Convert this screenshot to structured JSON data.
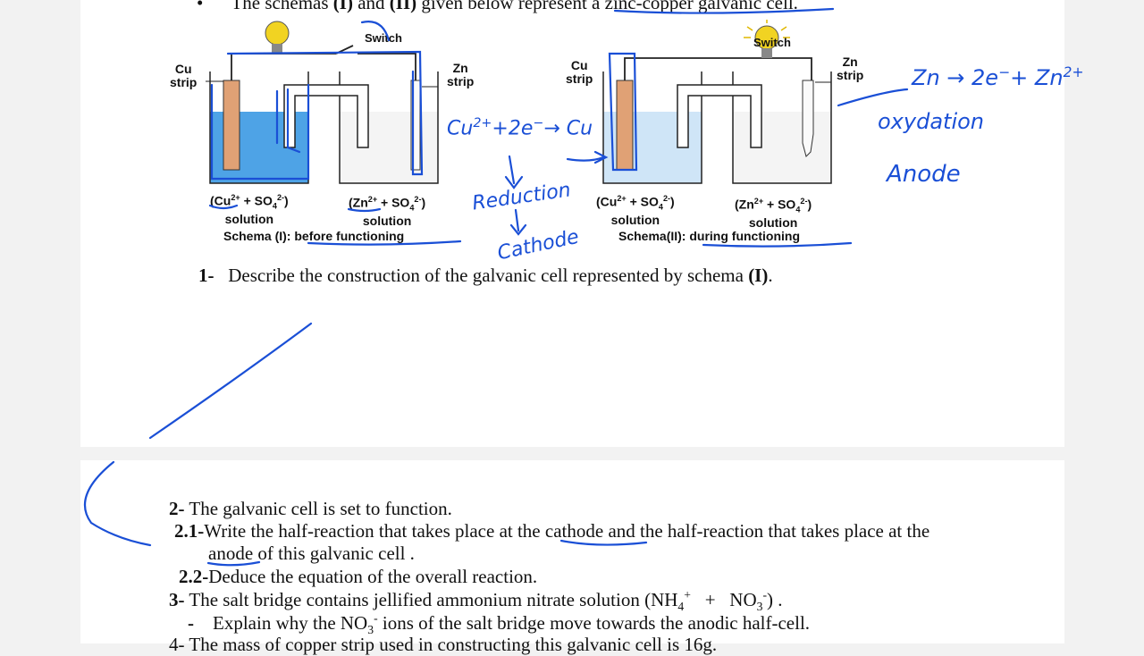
{
  "page1": {
    "intro": {
      "text_a": "The schemas ",
      "schema1": "(I)",
      "text_b": " and ",
      "schema2": "(II)",
      "text_c": " given below represent a zinc-copper galvanic cell."
    },
    "schema_I": {
      "cu_label_1": "Cu",
      "cu_label_2": "strip",
      "zn_label_1": "Zn",
      "zn_label_2": "strip",
      "switch_label": "Switch",
      "left_solution": {
        "ion1": "(Cu",
        "ion1_charge": "2+",
        "plus": " + SO",
        "sub": "4",
        "charge": "2-",
        "close": ")",
        "word": "solution"
      },
      "right_solution": {
        "ion1": "(Zn",
        "ion1_charge": "2+",
        "plus": " + SO",
        "sub": "4",
        "charge": "2-",
        "close": ")",
        "word": "solution"
      },
      "caption_a": "Schema (I): ",
      "caption_b": "before functioning"
    },
    "schema_II": {
      "cu_label_1": "Cu",
      "cu_label_2": "strip",
      "zn_label_1": "Zn",
      "zn_label_2": "strip",
      "switch_label": "Switch",
      "left_solution": {
        "ion1": "(Cu",
        "ion1_charge": "2+",
        "plus": " + SO",
        "sub": "4",
        "charge": "2-",
        "close": ")",
        "word": "solution"
      },
      "right_solution": {
        "ion1": "(Zn",
        "ion1_charge": "2+",
        "plus": " + SO",
        "sub": "4",
        "charge": "2-",
        "close": ")",
        "word": "solution"
      },
      "caption_a": "Schema(II): ",
      "caption_b": "during functioning"
    },
    "question_1": {
      "number": "1-",
      "text_a": "Describe the construction of the galvanic cell represented by schema ",
      "schema": "(I)",
      "text_b": "."
    },
    "annotations": {
      "cu_half": "Cu",
      "cu_charge": "2+",
      "plus_2e": "+2e",
      "minus": "−",
      "arrow_cu": "→ Cu",
      "reduction": "Reduction",
      "cathode": "Cathode",
      "zn_half": "Zn → 2e",
      "zn_minus": "−",
      "zn_plus": "+ Zn",
      "zn_charge": "2+",
      "oxydation": "oxydation",
      "anode": "Anode"
    }
  },
  "page2": {
    "q2": {
      "number": "2-",
      "text": " The galvanic cell is set to function."
    },
    "q2_1": {
      "number": "2.1-",
      "text_a": "Write the half-reaction that takes place at the ",
      "cathode": "cathode",
      "text_b": " and the half-reaction that takes place at the",
      "anode": "anode",
      "text_c": " of this galvanic cell ."
    },
    "q2_2": {
      "number": "2.2-",
      "text": "Deduce the equation of the overall reaction."
    },
    "q3": {
      "number": "3-",
      "text_a": " The salt bridge contains jellified ammonium nitrate solution (NH",
      "nh_sub": "4",
      "nh_sup": "+",
      "mid": "   +   NO",
      "no_sub": "3",
      "no_sup": "-",
      "text_b": ") ."
    },
    "q3_bullet": {
      "dash": "-",
      "text_a": "Explain why the NO",
      "sub": "3",
      "sup": "-",
      "text_b": " ions of the salt bridge move towards the anodic half-cell."
    },
    "q4": {
      "text": "4- The mass of copper strip used in constructing this galvanic cell is 16g."
    }
  },
  "colors": {
    "ink": "#1a4fd6",
    "solution_blue": "#4ea3e6",
    "solution_light": "#cfe5f7",
    "copper": "#e0a175",
    "bulb": "#f1d322"
  }
}
